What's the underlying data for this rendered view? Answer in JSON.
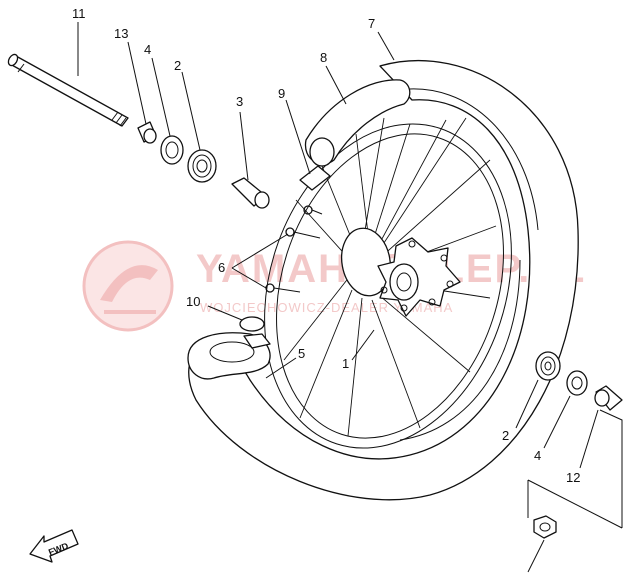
{
  "watermark": {
    "title": "YAMAHASKLEP.PL",
    "subtitle": "WOJCIECHOWICZ-DEALER YAMAHA"
  },
  "fwd_label": "FWD",
  "callouts": {
    "p1": "1",
    "p2a": "2",
    "p2b": "2",
    "p3": "3",
    "p4a": "4",
    "p4b": "4",
    "p5": "5",
    "p6": "6",
    "p7": "7",
    "p8": "8",
    "p9": "9",
    "p10": "10",
    "p11": "11",
    "p12": "12",
    "p13": "13"
  }
}
